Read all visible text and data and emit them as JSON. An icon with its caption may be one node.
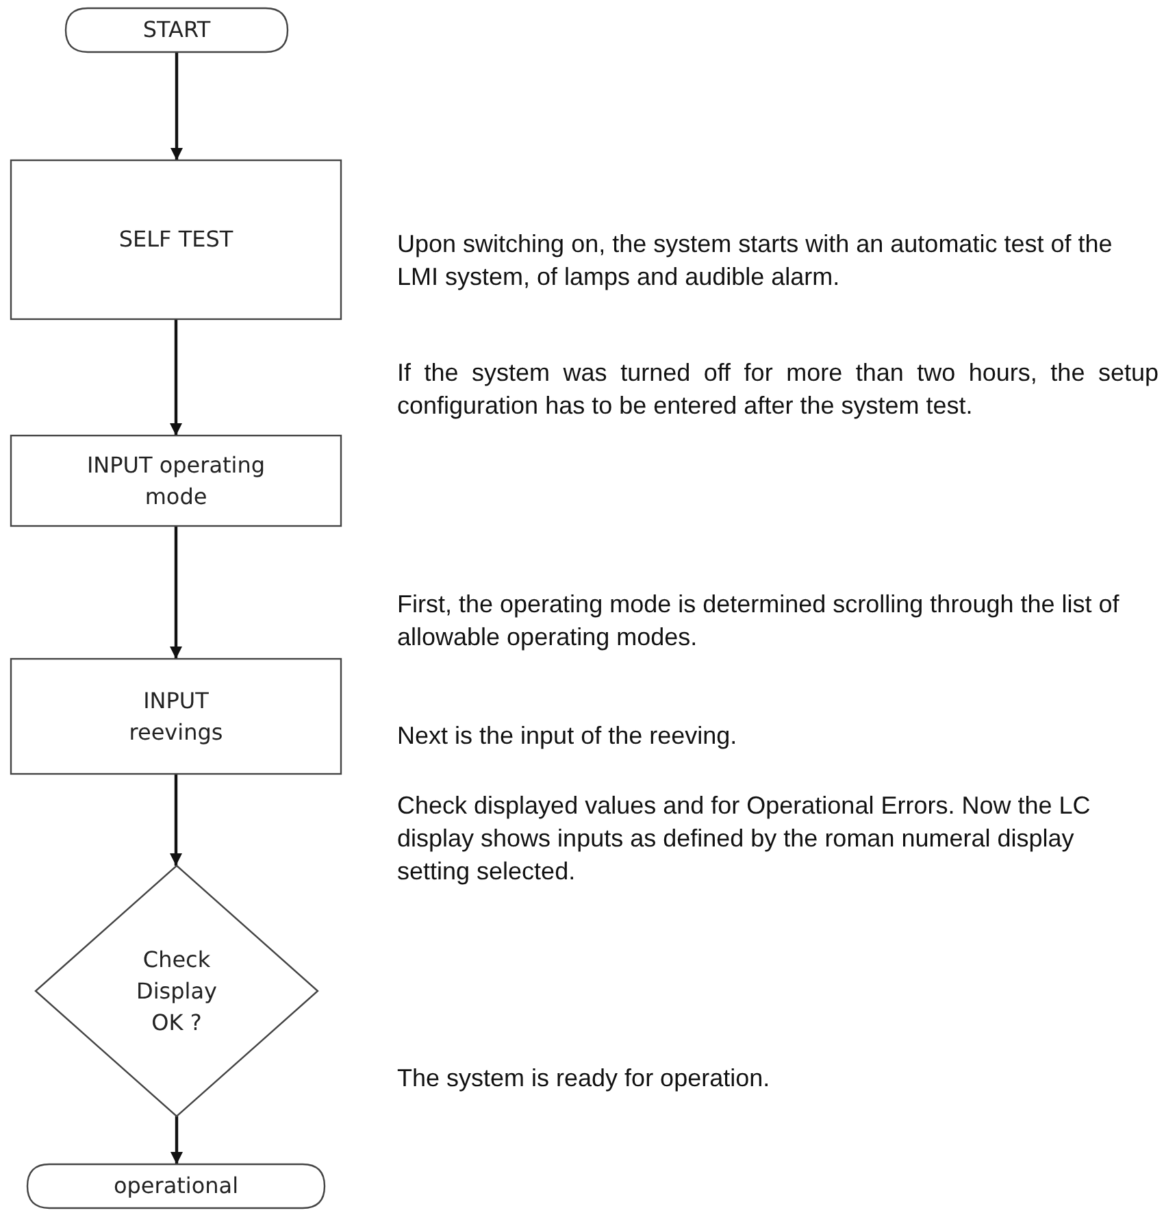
{
  "diagram": {
    "nodes": [
      {
        "text": [
          "START"
        ]
      },
      {
        "text": [
          "SELF TEST"
        ]
      },
      {
        "text": [
          "INPUT operating mode"
        ]
      },
      {
        "text": [
          "INPUT reevings"
        ]
      },
      {
        "text": [
          "Check Display OK ?"
        ]
      },
      {
        "text": [
          "operational"
        ]
      }
    ],
    "edges": [
      {
        "from": 0,
        "to": 1,
        "arrow": "to"
      },
      {
        "from": 1,
        "to": 2,
        "arrow": "to"
      },
      {
        "from": 2,
        "to": 3,
        "arrow": "to"
      },
      {
        "from": 3,
        "to": 4,
        "arrow": "to"
      },
      {
        "from": 4,
        "to": 5,
        "arrow": "to"
      }
    ],
    "labels": [
      "Upon switching on, the system starts with an automatic test of the LMI system, of lamps and audible alarm.",
      "If the system was turned off for more than two hours, the setup configuration has to be entered after the system test.",
      "First, the operating mode is determined scrolling through the list of allowable operating modes.",
      "Next is the input of the reeving.",
      "Check displayed values and for Operational Errors. Now the LC display shows inputs as defined by the roman numeral display setting selected.",
      "The system is ready for operation."
    ]
  }
}
